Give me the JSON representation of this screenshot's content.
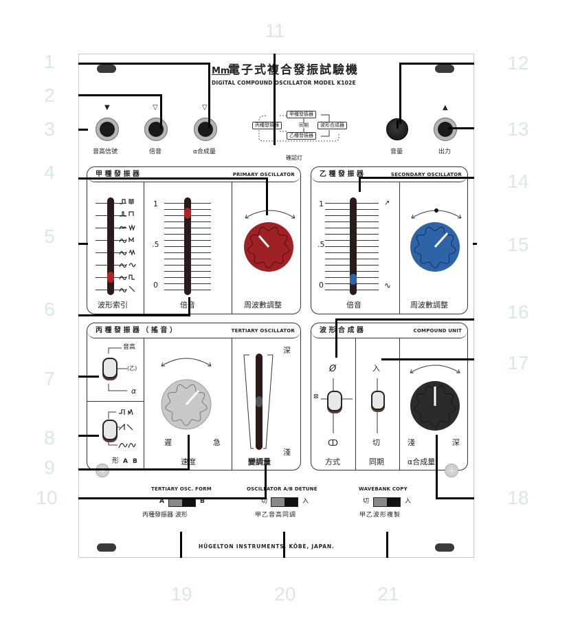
{
  "callouts": [
    "1",
    "2",
    "3",
    "4",
    "5",
    "6",
    "7",
    "8",
    "9",
    "10",
    "11",
    "12",
    "13",
    "14",
    "15",
    "16",
    "17",
    "18",
    "19",
    "20",
    "21"
  ],
  "header": {
    "logo_glyph": "Mm",
    "title_jp": "電子式複合發振試驗機",
    "title_en": "DIGITAL COMPOUND OSCILLATOR MODEL K102E",
    "indicator_label": "確認灯"
  },
  "signal_flow": {
    "primary": "甲種發振器",
    "secondary": "乙種發振器",
    "tertiary": "丙種發振器",
    "compound": "波形合成器",
    "sync": "同期"
  },
  "top_jacks": [
    {
      "label": "音高信號",
      "marker": "▼"
    },
    {
      "label": "倍音",
      "marker": "▽"
    },
    {
      "label": "α合成量",
      "marker": "▽"
    }
  ],
  "top_right": {
    "volume_label": "音量",
    "output_label": "出力",
    "output_marker": "▲"
  },
  "primary_osc": {
    "title_jp": "甲 種 發 振 器",
    "title_en": "PRIMARY OSCILLATOR",
    "wave_index_label": "波形索引",
    "wave_index_position": 7,
    "wave_index_steps": 8,
    "harmonic_label": "倍音",
    "harmonic_scale": [
      "1",
      ".5",
      "0"
    ],
    "harmonic_value": 0.88,
    "freq_label": "周波數調整",
    "knob_color": "#9e2126",
    "slider_color": "#b02226"
  },
  "secondary_osc": {
    "title_jp": "乙 種 發 振 器",
    "title_en": "SECONDARY OSCILLATOR",
    "harmonic_label": "倍音",
    "harmonic_scale": [
      "1",
      ".5",
      "0"
    ],
    "harmonic_value": 0.12,
    "harmonic_top_glyph": "↗",
    "harmonic_bottom_glyph": "∿",
    "freq_label": "周波數調整",
    "knob_color": "#2f63a8",
    "slider_color": "#2f63a8"
  },
  "tertiary_osc": {
    "title_jp": "丙 種 發 振 器 （ 搖 音 ）",
    "title_en": "TERTIARY OSCILLATOR",
    "target_options": [
      "音高",
      "(乙)",
      "α"
    ],
    "form_label": "形",
    "form_cols": [
      "A",
      "B"
    ],
    "speed_label": "速度",
    "speed_slow": "遲",
    "speed_fast": "急",
    "depth_label": "變調量",
    "depth_deep": "深",
    "depth_shallow": "淺",
    "depth_value": 0.5,
    "knob_color": "#c8c8c8"
  },
  "compound_unit": {
    "title_jp": "波 形 合 成 器",
    "title_en": "COMPOUND UNIT",
    "mode_label": "方式",
    "mode_top": "Ø",
    "mode_left": "⊠",
    "mode_bottom": "ↀ",
    "sync_label": "同期",
    "sync_on": "入",
    "sync_off": "切",
    "alpha_label": "α合成量",
    "alpha_shallow": "淺",
    "alpha_deep": "深",
    "knob_color": "#2b2b2b"
  },
  "bottom_switches": [
    {
      "title_en": "TERTIARY OSC. FORM",
      "left": "A",
      "right": "B",
      "label_jp": "丙種發振器 波形"
    },
    {
      "title_en": "OSCILLATOR A/B DETUNE",
      "left": "切",
      "right": "入",
      "label_jp": "甲乙音高同調"
    },
    {
      "title_en": "WAVEBANK COPY",
      "left": "切",
      "right": "入",
      "label_jp": "甲乙波形複製"
    }
  ],
  "footer": {
    "maker": "HÜGELTON INSTRUMENTS. KÖBE, JAPAN."
  }
}
